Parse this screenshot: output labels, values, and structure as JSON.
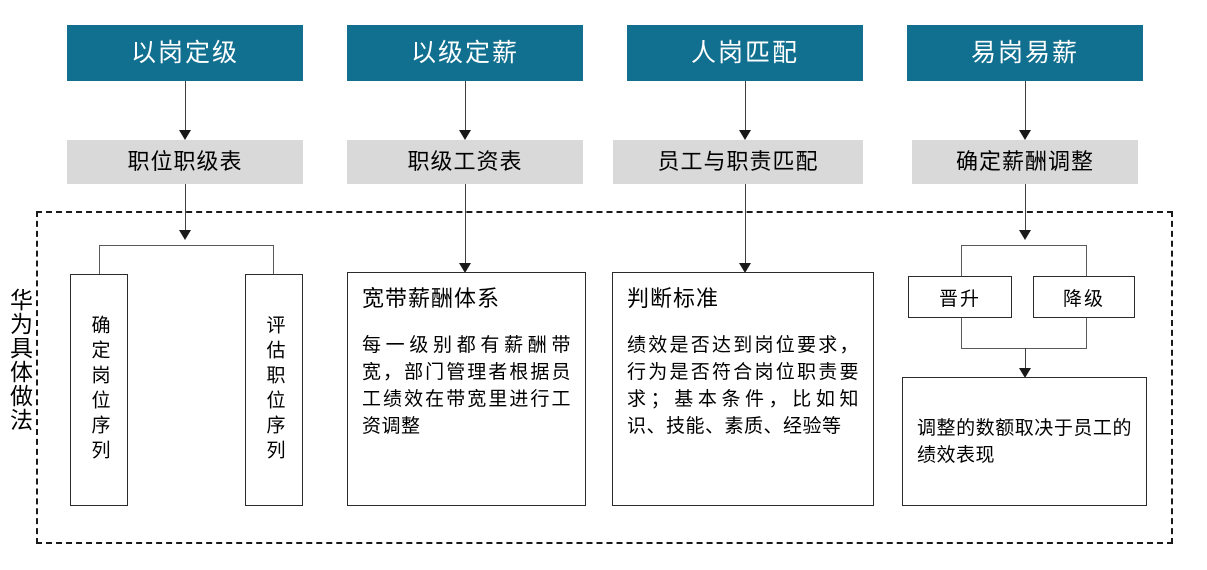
{
  "diagram": {
    "side_caption": "华为具体做法",
    "columns": [
      {
        "header": "以岗定级",
        "stage": "职位职级表",
        "split_items": [
          "确定岗位序列",
          "评估职位序列"
        ]
      },
      {
        "header": "以级定薪",
        "stage": "职级工资表",
        "detail_title": "宽带薪酬体系",
        "detail_body": "每一级别都有薪酬带宽，部门管理者根据员工绩效在带宽里进行工资调整"
      },
      {
        "header": "人岗匹配",
        "stage": "员工与职责匹配",
        "detail_title": "判断标准",
        "detail_body": "绩效是否达到岗位要求，行为是否符合岗位职责要求；基本条件，比如知识、技能、素质、经验等"
      },
      {
        "header": "易岗易薪",
        "stage": "确定薪酬调整",
        "branch_items": [
          "晋升",
          "降级"
        ],
        "detail_body": "调整的数额取决于员工的绩效表现"
      }
    ],
    "colors": {
      "header_fill": "#11708F",
      "header_text": "#FFFFFF",
      "stage_fill": "#D9D9D9",
      "box_border": "#2B2B2B",
      "connector": "#5A5A5A",
      "dashed_border": "#1A1A1A",
      "background": "#FFFFFF"
    }
  }
}
